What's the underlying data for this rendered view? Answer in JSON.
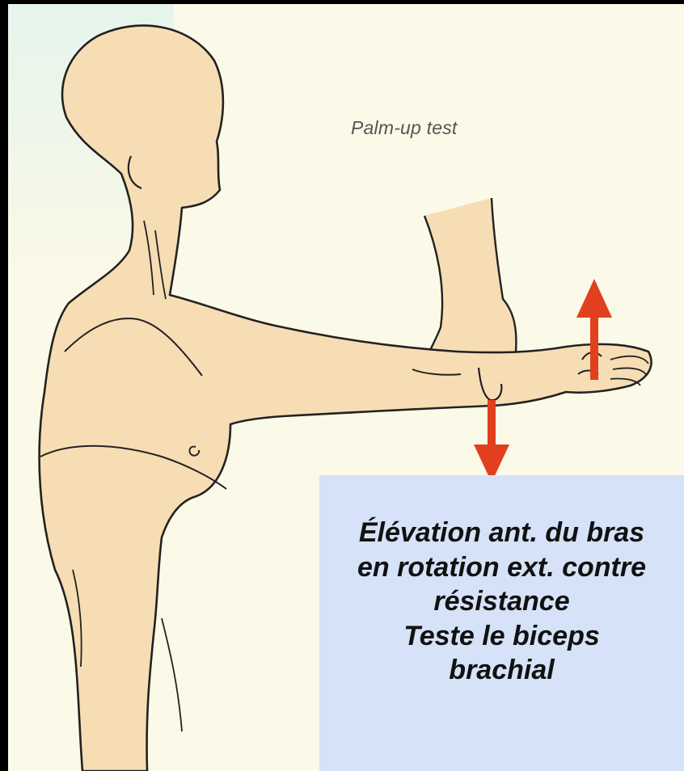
{
  "illustration": {
    "caption": "Palm-up test",
    "arrow_color": "#e0401d",
    "skin_color": "#f7ddb4",
    "background_color": "#fbf9e7"
  },
  "info_box": {
    "background_color": "#d5e2f7",
    "lines": [
      "Élévation ant. du bras",
      "en rotation ext. contre",
      "résistance",
      "Teste le biceps",
      "brachial"
    ]
  }
}
